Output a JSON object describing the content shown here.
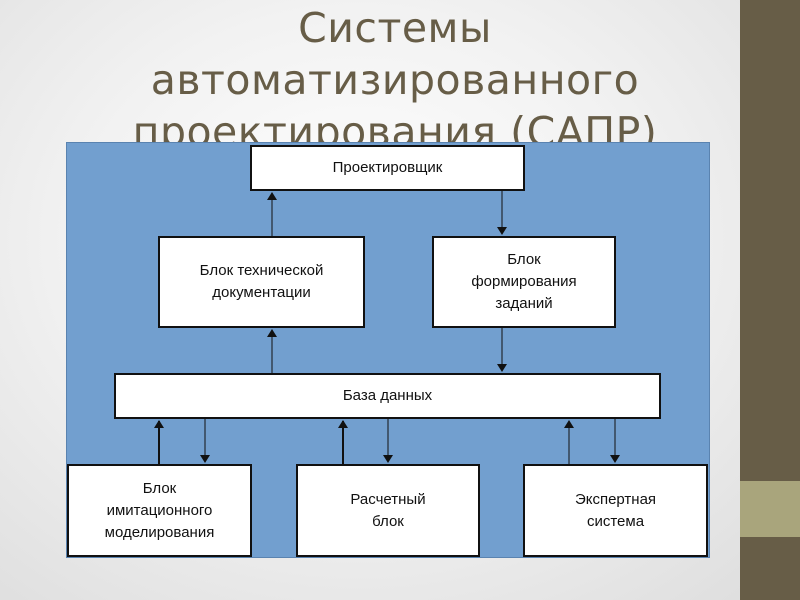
{
  "slide": {
    "title": "Системы автоматизированного проектирования (САПР)",
    "colors": {
      "sidebar": "#675d47",
      "sidebar_accent": "#a9a57c",
      "diagram_background": "#729fcf",
      "title_text": "#675d47"
    }
  },
  "diagram": {
    "nodes": {
      "designer": "Проектировщик",
      "tech_docs": "Блок технической документации",
      "task_forming": "Блок формирования заданий",
      "database": "База данных",
      "simulation": "Блок имитационного моделирования",
      "calculation": "Расчетный блок",
      "expert_system": "Экспертная система"
    },
    "edges": [
      {
        "from": "tech_docs",
        "to": "designer"
      },
      {
        "from": "designer",
        "to": "task_forming"
      },
      {
        "from": "database",
        "to": "tech_docs"
      },
      {
        "from": "task_forming",
        "to": "database"
      },
      {
        "from": "simulation",
        "to": "database"
      },
      {
        "from": "database",
        "to": "simulation"
      },
      {
        "from": "calculation",
        "to": "database"
      },
      {
        "from": "database",
        "to": "calculation"
      },
      {
        "from": "expert_system",
        "to": "database"
      },
      {
        "from": "database",
        "to": "expert_system"
      }
    ]
  }
}
